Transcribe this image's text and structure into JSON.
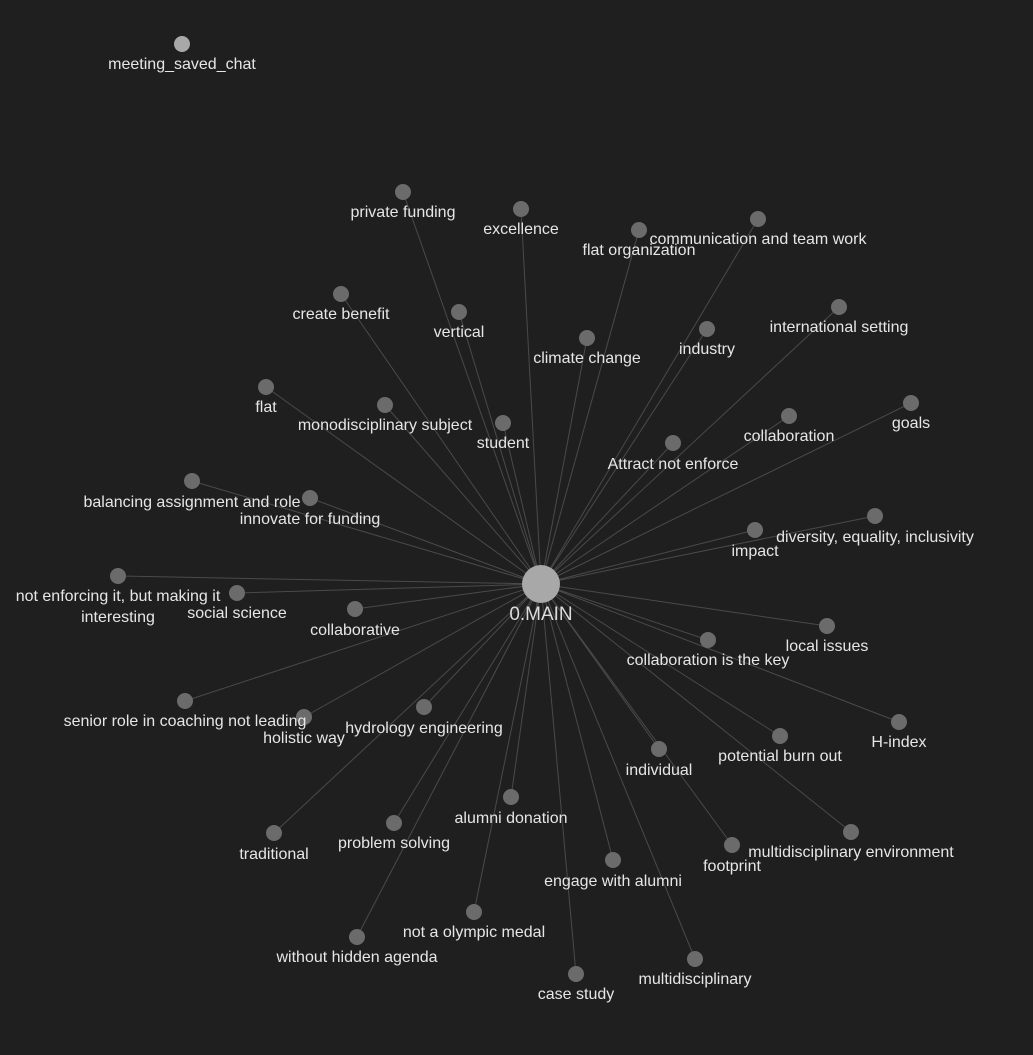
{
  "graph": {
    "main_node": {
      "id": "main",
      "label": "0.MAIN"
    },
    "orphan_nodes": [
      {
        "id": "meeting_saved_chat",
        "label": "meeting_saved_chat"
      }
    ],
    "nodes": [
      {
        "id": "private-funding",
        "label": "private funding"
      },
      {
        "id": "excellence",
        "label": "excellence"
      },
      {
        "id": "flat-organization",
        "label": "flat organization"
      },
      {
        "id": "communication-and-team-work",
        "label": "communication and team work"
      },
      {
        "id": "create-benefit",
        "label": "create benefit"
      },
      {
        "id": "vertical",
        "label": "vertical"
      },
      {
        "id": "climate-change",
        "label": "climate change"
      },
      {
        "id": "industry",
        "label": "industry"
      },
      {
        "id": "international-setting",
        "label": "international setting"
      },
      {
        "id": "flat",
        "label": "flat"
      },
      {
        "id": "monodisciplinary-subject",
        "label": "monodisciplinary subject"
      },
      {
        "id": "student",
        "label": "student"
      },
      {
        "id": "collaboration",
        "label": "collaboration"
      },
      {
        "id": "goals",
        "label": "goals"
      },
      {
        "id": "attract-not-enforce",
        "label": "Attract not enforce"
      },
      {
        "id": "balancing-assignment-and-role",
        "label": "balancing assignment and role"
      },
      {
        "id": "innovate-for-funding",
        "label": "innovate for funding"
      },
      {
        "id": "impact",
        "label": "impact"
      },
      {
        "id": "diversity-equality-inclusivity",
        "label": "diversity, equality, inclusivity"
      },
      {
        "id": "not-enforcing-it",
        "label": "not enforcing it, but making it\ninteresting"
      },
      {
        "id": "social-science",
        "label": "social science"
      },
      {
        "id": "collaborative",
        "label": "collaborative"
      },
      {
        "id": "collaboration-is-the-key",
        "label": "collaboration is the key"
      },
      {
        "id": "local-issues",
        "label": "local issues"
      },
      {
        "id": "senior-role-in-coaching",
        "label": "senior role in coaching not leading"
      },
      {
        "id": "holistic-way",
        "label": "holistic way"
      },
      {
        "id": "hydrology-engineering",
        "label": "hydrology engineering"
      },
      {
        "id": "h-index",
        "label": "H-index"
      },
      {
        "id": "individual",
        "label": "individual"
      },
      {
        "id": "potential-burn-out",
        "label": "potential burn out"
      },
      {
        "id": "alumni-donation",
        "label": "alumni donation"
      },
      {
        "id": "traditional",
        "label": "traditional"
      },
      {
        "id": "problem-solving",
        "label": "problem solving"
      },
      {
        "id": "footprint",
        "label": "footprint"
      },
      {
        "id": "multidisciplinary-environment",
        "label": "multidisciplinary environment"
      },
      {
        "id": "engage-with-alumni",
        "label": "engage with alumni"
      },
      {
        "id": "not-a-olympic-medal",
        "label": "not a olympic medal"
      },
      {
        "id": "without-hidden-agenda",
        "label": "without hidden agenda"
      },
      {
        "id": "multidisciplinary",
        "label": "multidisciplinary"
      },
      {
        "id": "case-study",
        "label": "case study"
      }
    ],
    "colors": {
      "background": "#1f1f1f",
      "edge": "#4a4a4a",
      "node": "#6b6b6b",
      "main_node": "#a8a8a8",
      "label": "#e6e6e6"
    }
  }
}
